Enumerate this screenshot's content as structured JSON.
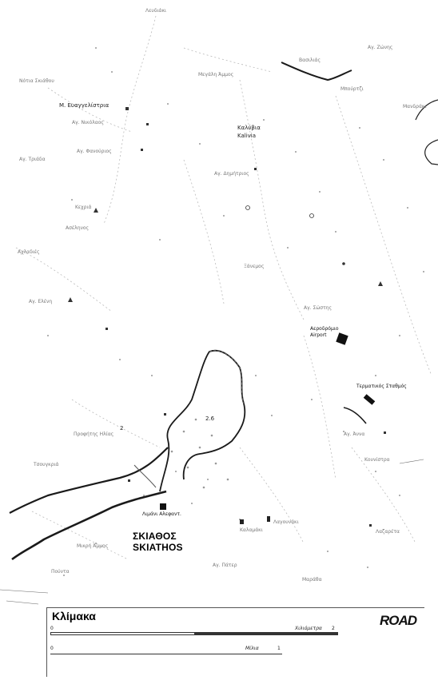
{
  "map": {
    "labels_dark": [
      {
        "name": "label-ag-kyriaki",
        "text": "Μ. Ευαγγελίστρια"
      },
      {
        "name": "label-kalyvia",
        "text": "Καλύβια"
      },
      {
        "name": "label-kalyvia-latin",
        "text": "Kalivia"
      },
      {
        "name": "label-airport",
        "text": "Αεροδρόμιο"
      },
      {
        "name": "label-airport-latin",
        "text": "Airport"
      },
      {
        "name": "label-harbour",
        "text": "Λιμάνι Αλεφαντ."
      },
      {
        "name": "label-route-26",
        "text": "2.6"
      },
      {
        "name": "label-route-2",
        "text": "2"
      }
    ],
    "labels_faint": [
      {
        "name": "label-top-north",
        "text": "Λευδιάκι"
      },
      {
        "name": "label-top-right",
        "text": "Αγ. Ζώνης"
      },
      {
        "name": "label-koukounaries",
        "text": "Νότια Σκιάθου"
      },
      {
        "name": "label-megali-ammos",
        "text": "Μεγάλη Άμμος"
      },
      {
        "name": "label-vasilias",
        "text": "Βασιλιάς"
      },
      {
        "name": "label-troulos",
        "text": "Μπούρτζι"
      },
      {
        "name": "label-plakes",
        "text": "Αγ. Νικόλαος"
      },
      {
        "name": "label-kanapitsa",
        "text": "Αγ. Φανούριος"
      },
      {
        "name": "label-ag-paraskevi",
        "text": "Αγ. Τριάδα"
      },
      {
        "name": "label-ag-fokas",
        "text": "Αγ. Δημήτριος"
      },
      {
        "name": "label-kehria",
        "text": "Κεχριά"
      },
      {
        "name": "label-asselinos",
        "text": "Ασέληνος"
      },
      {
        "name": "label-achladies",
        "text": "Αχλαδιές"
      },
      {
        "name": "label-xanemos",
        "text": "Ξάνεμος"
      },
      {
        "name": "label-agia-eleni",
        "text": "Αγ. Ελένη"
      },
      {
        "name": "label-mandraki",
        "text": "Μανδράκι"
      },
      {
        "name": "label-profitis-ilias",
        "text": "Προφήτης Ηλίας"
      },
      {
        "name": "label-tsougria",
        "text": "Τσουγκριά"
      },
      {
        "name": "label-ferry",
        "text": "Τερματικός Σταθμός"
      },
      {
        "name": "label-ag-anna",
        "text": "Αγ. Άννα"
      },
      {
        "name": "label-kounistra",
        "text": "Κουνίστρα"
      },
      {
        "name": "label-mikri",
        "text": "Μικρή Άμμος"
      },
      {
        "name": "label-pounta",
        "text": "Πούντα"
      },
      {
        "name": "label-bourtzi",
        "text": "Αγ. Πάτερ"
      },
      {
        "name": "label-zen",
        "text": "Λαγουνάκι"
      },
      {
        "name": "label-liki",
        "text": "Λαζαρέτα"
      },
      {
        "name": "label-mafes",
        "text": "Μαράθα"
      },
      {
        "name": "label-kalamaki",
        "text": "Καλαμάκι"
      },
      {
        "name": "label-punta",
        "text": "Αγ. Σώστης"
      }
    ],
    "town": {
      "greek": "ΣΚΙΑΘΟΣ",
      "latin": "SKIATHOS"
    }
  },
  "legend": {
    "title": "Κλίμακα",
    "km_zero": "0",
    "km_label": "Χιλιόμετρα",
    "km_max": "2",
    "mi_zero": "0",
    "mi_label": "Μίλια",
    "mi_max": "1",
    "brand": "ROAD"
  },
  "colors": {
    "road_main": "#1a1a1a",
    "paper": "#ffffff",
    "text": "#111111"
  }
}
